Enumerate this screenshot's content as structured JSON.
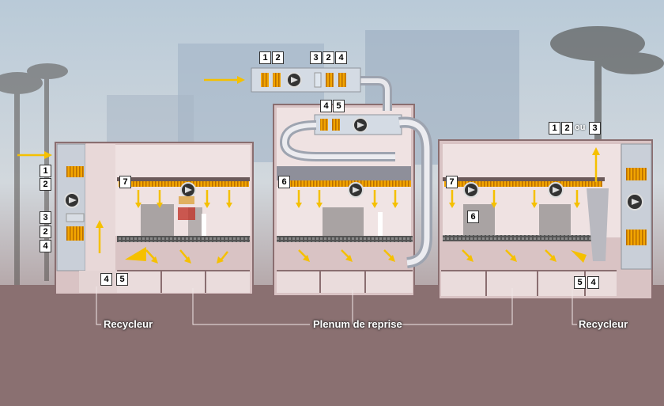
{
  "labels": {
    "recycleur_left": "Recycleur",
    "plenum": "Plenum de reprise",
    "recycleur_right": "Recycleur",
    "ou": "ou"
  },
  "numbers": {
    "top_unit": [
      "1",
      "2",
      "3",
      "2",
      "4"
    ],
    "mid_unit": [
      "4",
      "5"
    ],
    "top_right": [
      "1",
      "2",
      "3"
    ],
    "left_stack": [
      "1",
      "2",
      "3",
      "2",
      "4"
    ],
    "left_bottom": [
      "4",
      "5"
    ],
    "room1": "7",
    "room2": "6",
    "room3_a": "7",
    "room3_b": "6",
    "right_bottom": [
      "5",
      "4"
    ]
  },
  "colors": {
    "arrow": "#f5c000",
    "wall": "#e7d3d3",
    "wall_dark": "#c8aeb0",
    "ground": "#8f7576",
    "sky": "#c8d4de"
  }
}
